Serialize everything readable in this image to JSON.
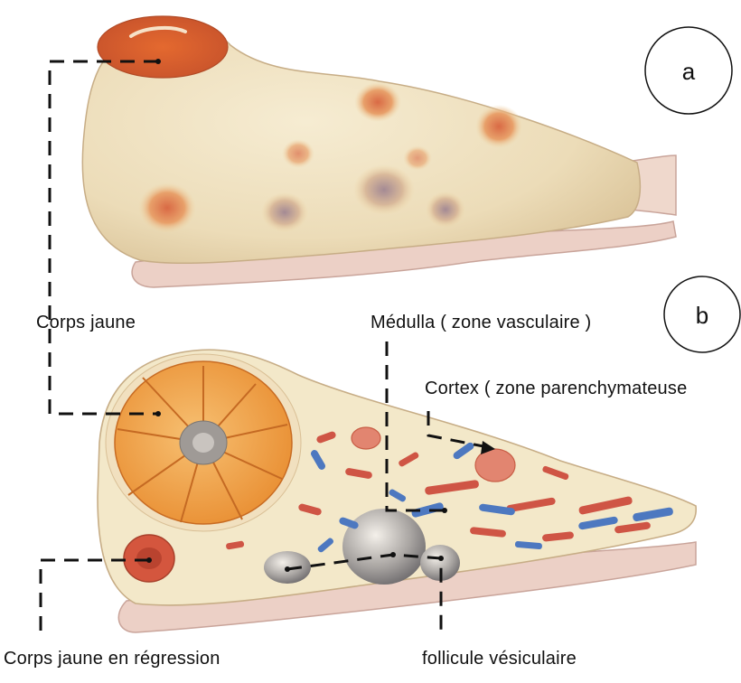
{
  "panels": {
    "a": {
      "label": "a"
    },
    "b": {
      "label": "b"
    }
  },
  "labels": {
    "corps_jaune": "Corps jaune",
    "medulla": "Médulla ( zone vasculaire )",
    "cortex": "Cortex ( zone parenchymateuse",
    "corps_jaune_regression": "Corps jaune en régression",
    "follicule": "follicule vésiculaire"
  },
  "colors": {
    "ovary_surface": "#efe2c4",
    "corpus_luteum": "#f0a64a",
    "hemorrhagic": "#d4583e",
    "vessel_red": "#cf5545",
    "vessel_blue": "#4d78c0",
    "stroma": "#f3e8c9",
    "ligament": "#e9c9c0"
  }
}
